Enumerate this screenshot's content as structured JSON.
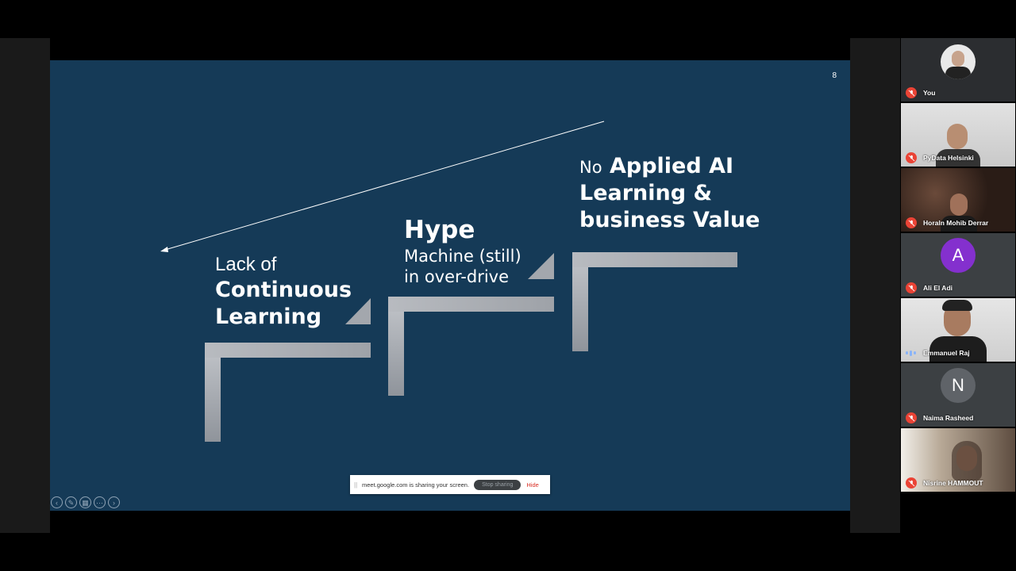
{
  "slide": {
    "number": "8",
    "step1": {
      "line1": "Lack of",
      "line2": "Continuous",
      "line3": "Learning"
    },
    "step2": {
      "line1": "Hype",
      "line2": "Machine (still)",
      "line3": "in over-drive"
    },
    "step3": {
      "prefix": "No",
      "line1": "Applied AI",
      "line2": "Learning &",
      "line3": "business Value"
    },
    "colors": {
      "background": "#153a57",
      "stair": "#a7aab0",
      "arrow": "#ffffff"
    }
  },
  "share_bar": {
    "grip": "||",
    "message": "meet.google.com is sharing your screen.",
    "stop_label": "Stop sharing",
    "hide_label": "Hide"
  },
  "presenter_tools": [
    "prev-icon",
    "pen-icon",
    "grid-icon",
    "more-icon",
    "next-icon"
  ],
  "participants": [
    {
      "name": "You",
      "type": "photo",
      "muted": true
    },
    {
      "name": "PyData Helsinki",
      "type": "photo",
      "muted": true
    },
    {
      "name": "Horaln Mohib Derrar",
      "type": "photo",
      "muted": true
    },
    {
      "name": "Ali El Adi",
      "type": "letter",
      "letter": "A",
      "color": "#8430ce",
      "muted": true
    },
    {
      "name": "Emmanuel Raj",
      "type": "photo",
      "muted": false,
      "speaking": true
    },
    {
      "name": "Naima Rasheed",
      "type": "letter",
      "letter": "N",
      "color": "#5f6368",
      "muted": true
    },
    {
      "name": "Nisrine HAMMOUT",
      "type": "photo",
      "muted": true
    }
  ]
}
